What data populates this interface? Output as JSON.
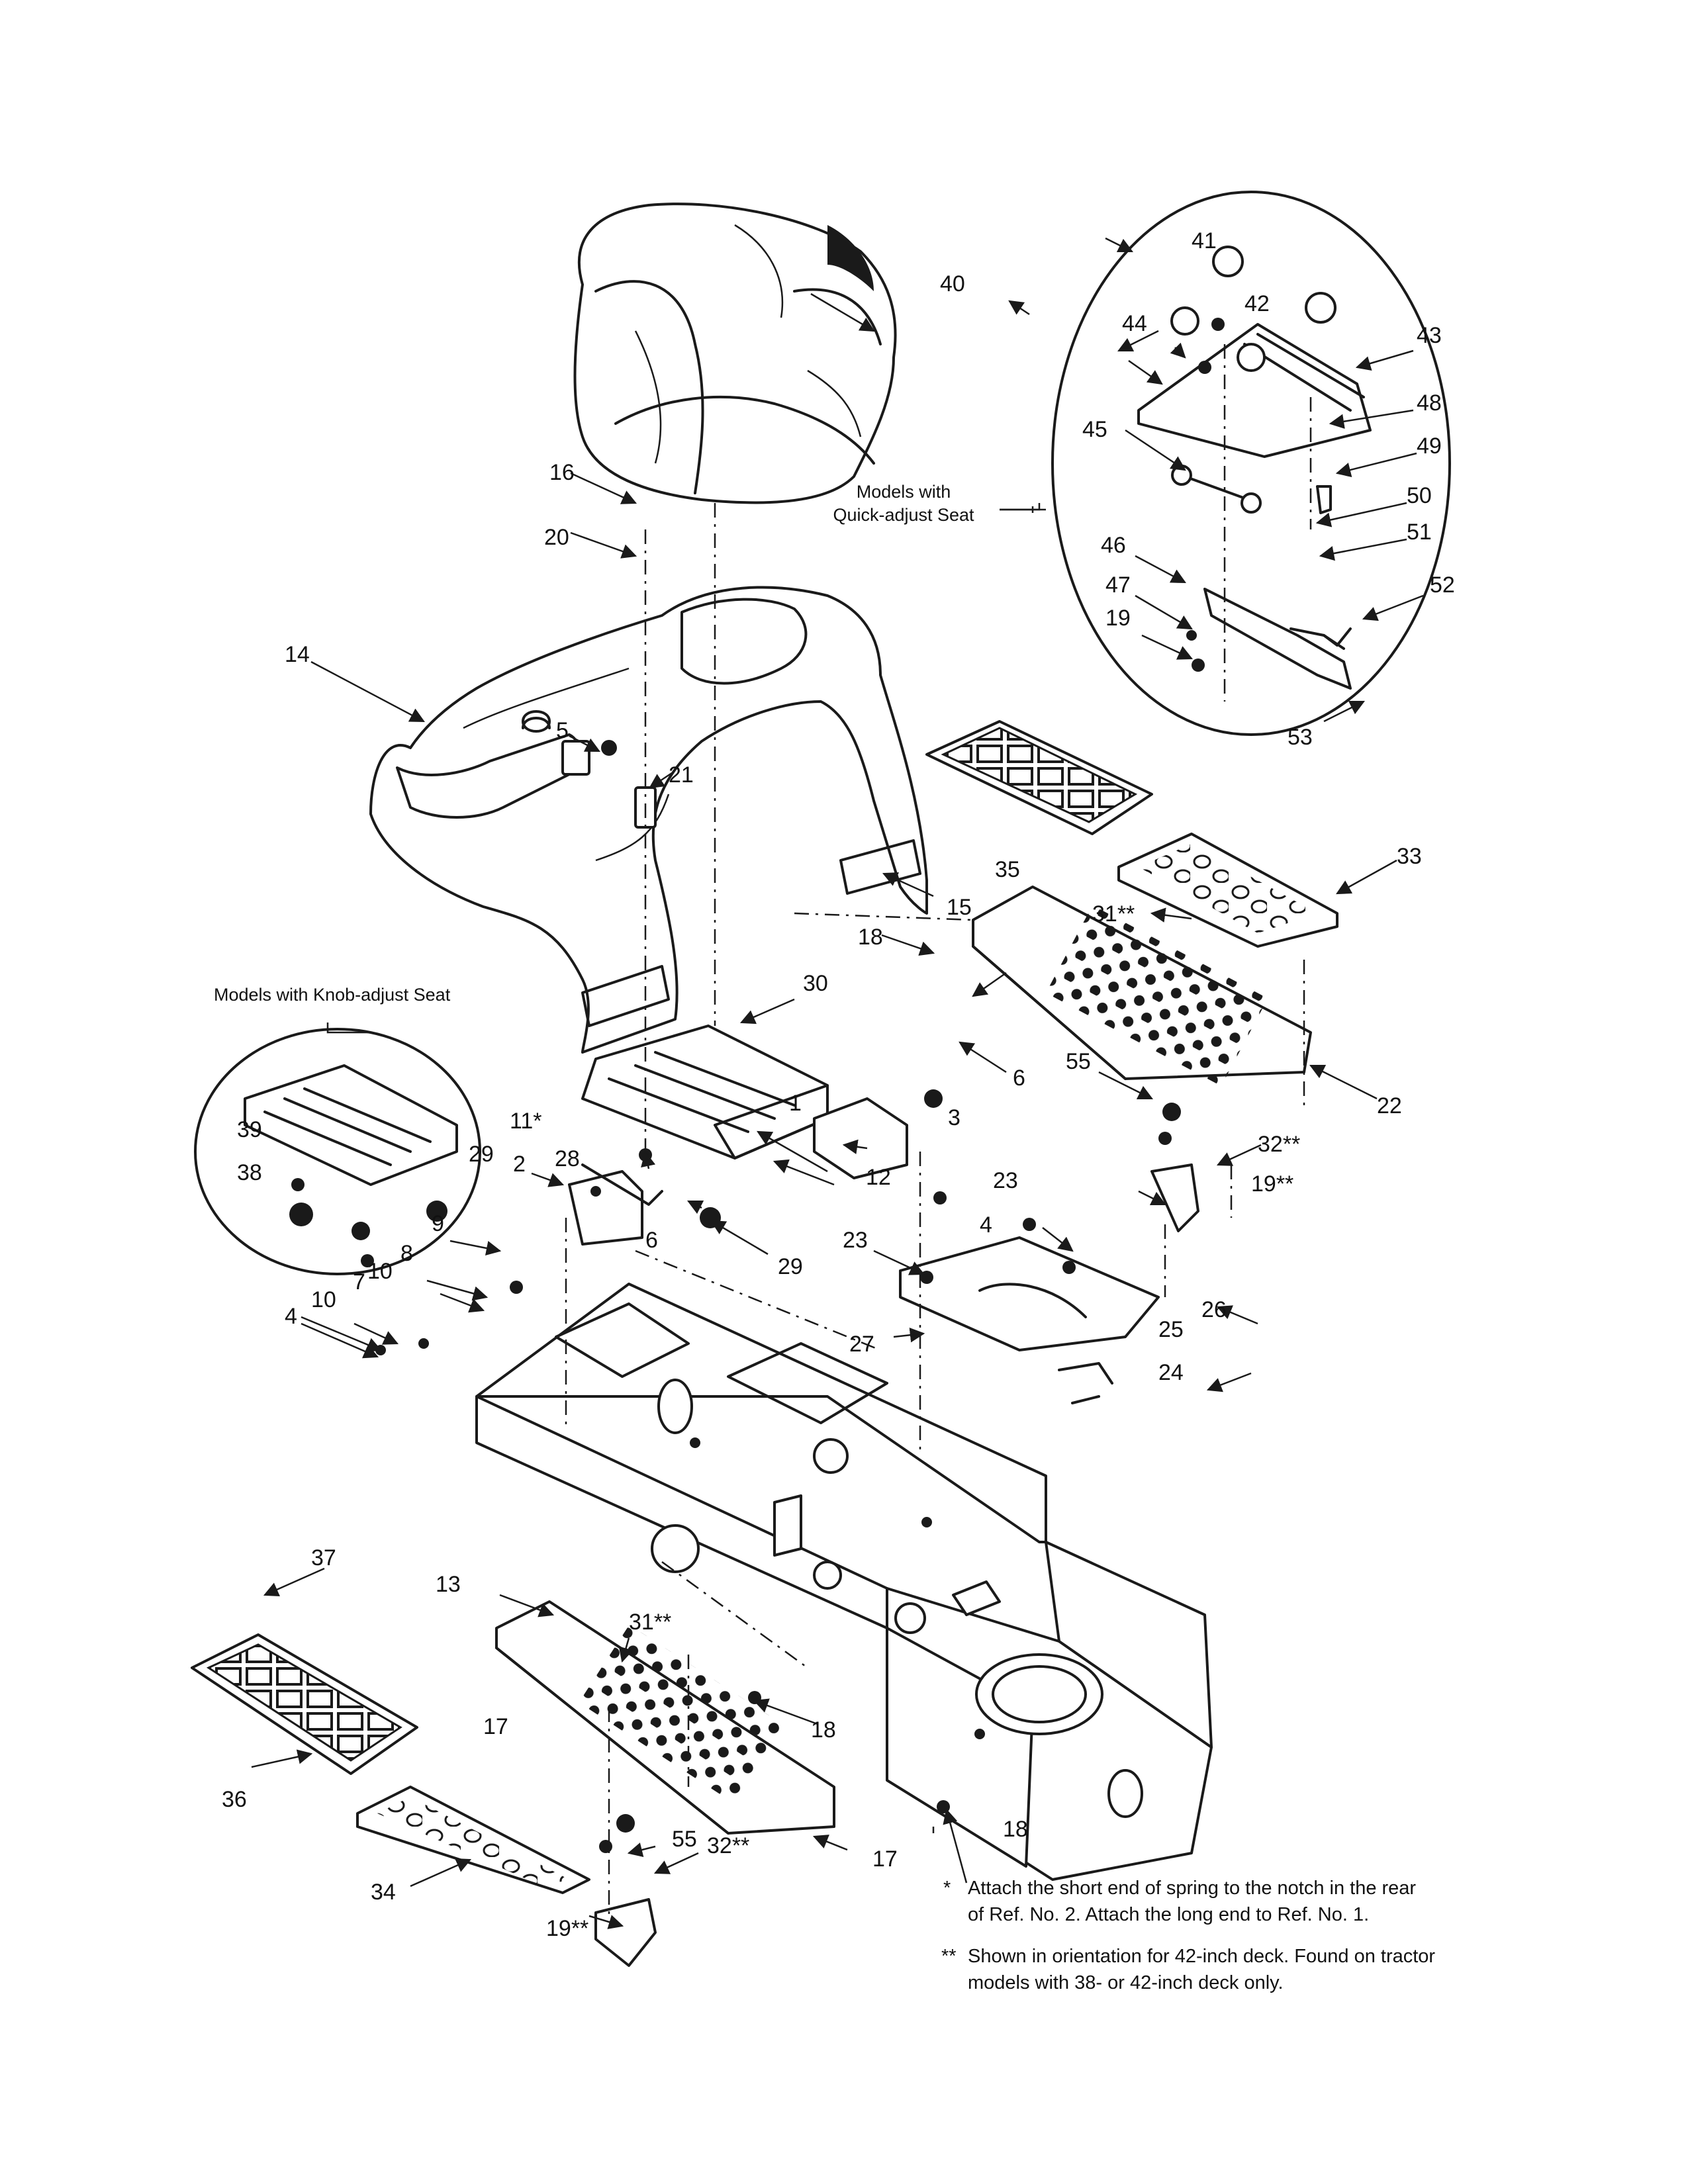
{
  "callouts": {
    "c1": "1",
    "c2": "2",
    "c3": "3",
    "c4a": "4",
    "c4b": "4",
    "c5": "5",
    "c6a": "6",
    "c6b": "6",
    "c7": "7",
    "c8": "8",
    "c9": "9",
    "c10a": "10",
    "c10b": "10",
    "c11": "11*",
    "c12": "12",
    "c13": "13",
    "c14": "14",
    "c15": "15",
    "c16": "16",
    "c17a": "17",
    "c17b": "17",
    "c18a": "18",
    "c18b": "18",
    "c18c": "18",
    "c19a": "19",
    "c19b": "19**",
    "c19c": "19**",
    "c20": "20",
    "c21": "21",
    "c22": "22",
    "c23a": "23",
    "c23b": "23",
    "c24": "24",
    "c25": "25",
    "c26": "26",
    "c27": "27",
    "c28": "28",
    "c29a": "29",
    "c29b": "29",
    "c30": "30",
    "c31a": "31**",
    "c31b": "31**",
    "c32a": "32**",
    "c32b": "32**",
    "c33": "33",
    "c34": "34",
    "c35": "35",
    "c36": "36",
    "c37": "37",
    "c38": "38",
    "c39": "39",
    "c40": "40",
    "c41": "41",
    "c42": "42",
    "c43": "43",
    "c44": "44",
    "c45": "45",
    "c46": "46",
    "c47": "47",
    "c48": "48",
    "c49": "49",
    "c50": "50",
    "c51": "51",
    "c52": "52",
    "c53": "53",
    "c55a": "55",
    "c55b": "55"
  },
  "insets": {
    "quick_adjust_line1": "Models with",
    "quick_adjust_line2": "Quick-adjust Seat",
    "knob_adjust": "Models with Knob-adjust Seat"
  },
  "notes": {
    "single_star_marker": "*",
    "single_star_line1": "Attach the short end of spring to the notch in the rear",
    "single_star_line2": "of Ref. No. 2. Attach the long end to Ref. No. 1.",
    "double_star_marker": "**",
    "double_star_line1": "Shown in orientation for 42-inch deck. Found on tractor",
    "double_star_line2": "models with 38- or 42-inch deck only."
  }
}
